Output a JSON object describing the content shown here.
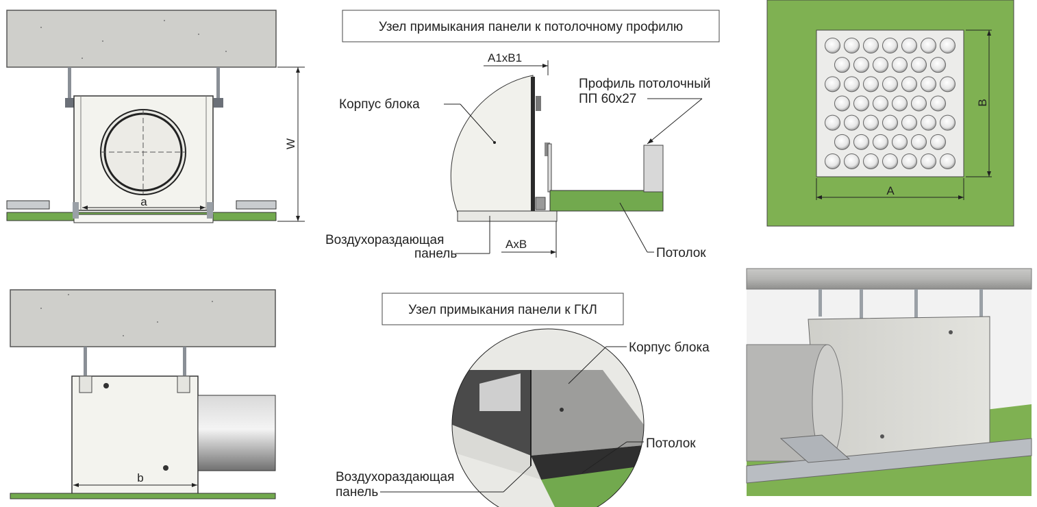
{
  "colors": {
    "concrete": "#cfcfcb",
    "ceiling_green": "#72a94e",
    "panel_green_bg": "#7fb152",
    "unit_body": "#f3f3ee",
    "duct": "#9b9b9b"
  },
  "views": {
    "front_top": {
      "dim_width_label": "a",
      "dim_height_label": "W"
    },
    "front_bottom": {
      "dim_width_label": "b"
    },
    "panel_plan": {
      "dim_width_label": "A",
      "dim_height_label": "B",
      "nozzle_rows": [
        7,
        6,
        7,
        6,
        7,
        6,
        7
      ]
    }
  },
  "detail_profile": {
    "title": "Узел примыкания панели к потолочному профилю",
    "dim_top": "A1xB1",
    "dim_bottom": "AxB",
    "callout_body": "Корпус блока",
    "callout_profile_line1": "Профиль потолочный",
    "callout_profile_line2": "ПП 60x27",
    "callout_panel_line1": "Воздухораздающая",
    "callout_panel_line2": "панель",
    "callout_ceiling": "Потолок"
  },
  "detail_gkl": {
    "title": "Узел примыкания панели к ГКЛ",
    "callout_body": "Корпус блока",
    "callout_ceiling": "Потолок",
    "callout_panel_line1": "Воздухораздающая",
    "callout_panel_line2": "панель"
  }
}
